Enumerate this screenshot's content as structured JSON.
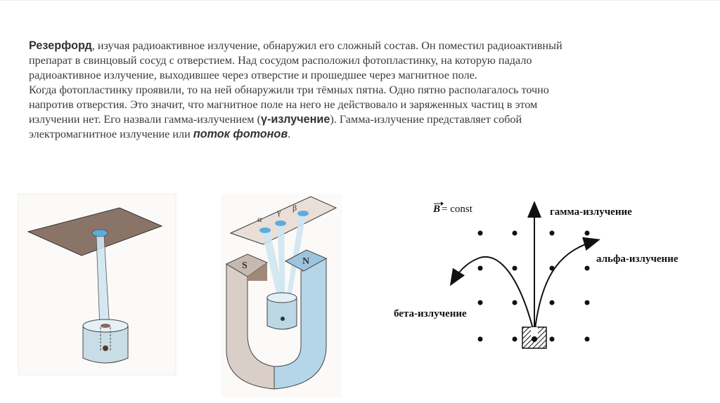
{
  "slide": {
    "paragraph": {
      "line1": {
        "bold_name": "Резерфорд",
        "rest": ", изучая радиоактивное излучение, обнаружил его сложный состав. Он поместил радиоактивный"
      },
      "line2": "препарат в свинцовый сосуд с отверстием. Над сосудом расположил фотопластинку, на которую падало",
      "line3": "радиоактивное излучение, выходившее через отверстие и прошедшее через магнитное поле.",
      "line4": "Когда фотопластинку проявили, то на ней обнаружили три тёмных пятна. Одно пятно располагалось точно",
      "line5": "напротив отверстия. Это значит, что магнитное поле на него не действовало и заряженных частиц в этом",
      "line6": {
        "before": "излучении нет. Его назвали гамма-излучением (",
        "bold": "γ-излучение",
        "after": "). Гамма-излучение представляет собой"
      },
      "line7": {
        "before": "электромагнитное излучение или ",
        "bold_italic": "поток фотонов",
        "after": "."
      }
    },
    "figure1": {
      "description": "photo plate above lead vessel with beam"
    },
    "figure2": {
      "labels": {
        "alpha": "α",
        "gamma": "γ",
        "beta": "β",
        "south": "S",
        "north": "N"
      }
    },
    "figure3": {
      "field_label_symbol": "B",
      "field_label_rest": " = const",
      "gamma_label": "гамма-излучение",
      "alpha_label": "альфа-излучение",
      "beta_label": "бета-излучение"
    },
    "colors": {
      "text": "#3a3a3a",
      "plate": "#8a7468",
      "beam": "#c8e4f0",
      "spot": "#5aaede",
      "magnet_s": "#d9cfc8",
      "magnet_n": "#b5d6e8"
    }
  }
}
